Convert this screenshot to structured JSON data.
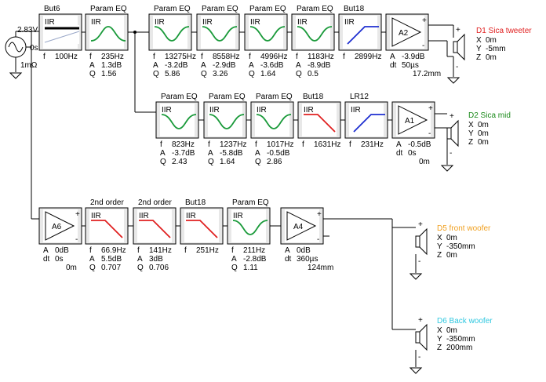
{
  "source": {
    "voltage": "2.83V",
    "delay": "0s",
    "impedance": "1mΩ"
  },
  "colors": {
    "filter_green": "#1a9a3a",
    "filter_blue": "#1e2fd0",
    "filter_red": "#e02020",
    "d1": "#e02020",
    "d2": "#1a8a1a",
    "d5": "#f0a020",
    "d6": "#30c8e0",
    "wire": "#000000",
    "block_bg": "#e8e8e8"
  },
  "rows": [
    {
      "id": "row1",
      "blocks": [
        {
          "title": "But6",
          "kind": "iir",
          "shape": "flat",
          "params": [
            {
              "k": "f",
              "v": "100Hz"
            }
          ]
        },
        {
          "title": "Param EQ",
          "kind": "iir",
          "shape": "bump",
          "params": [
            {
              "k": "f",
              "v": "235Hz"
            },
            {
              "k": "A",
              "v": "1.3dB"
            },
            {
              "k": "Q",
              "v": "1.56"
            }
          ]
        },
        {
          "title": "Param EQ",
          "kind": "iir",
          "shape": "dip",
          "params": [
            {
              "k": "f",
              "v": "13275Hz"
            },
            {
              "k": "A",
              "v": "-3.2dB"
            },
            {
              "k": "Q",
              "v": "5.86"
            }
          ]
        },
        {
          "title": "Param EQ",
          "kind": "iir",
          "shape": "dip",
          "params": [
            {
              "k": "f",
              "v": "8558Hz"
            },
            {
              "k": "A",
              "v": "-2.9dB"
            },
            {
              "k": "Q",
              "v": "3.26"
            }
          ]
        },
        {
          "title": "Param EQ",
          "kind": "iir",
          "shape": "dip",
          "params": [
            {
              "k": "f",
              "v": "4996Hz"
            },
            {
              "k": "A",
              "v": "-3.6dB"
            },
            {
              "k": "Q",
              "v": "1.64"
            }
          ]
        },
        {
          "title": "Param EQ",
          "kind": "iir",
          "shape": "dip",
          "params": [
            {
              "k": "f",
              "v": "1183Hz"
            },
            {
              "k": "A",
              "v": "-8.9dB"
            },
            {
              "k": "Q",
              "v": "0.5"
            }
          ]
        },
        {
          "title": "But18",
          "kind": "iir",
          "shape": "hp",
          "params": [
            {
              "k": "f",
              "v": "2899Hz"
            }
          ]
        },
        {
          "title": "",
          "kind": "amp",
          "label": "A2",
          "params": [
            {
              "k": "A",
              "v": "-3.9dB"
            },
            {
              "k": "dt",
              "v": "50µs"
            },
            {
              "k": "",
              "v": "17.2mm"
            }
          ]
        }
      ],
      "driver": {
        "name": "D1 Sica tweeter",
        "color": "d1",
        "coords": [
          {
            "k": "X",
            "v": "0m"
          },
          {
            "k": "Y",
            "v": "-5mm"
          },
          {
            "k": "Z",
            "v": "0m"
          }
        ]
      }
    },
    {
      "id": "row2",
      "blocks": [
        {
          "title": "Param EQ",
          "kind": "iir",
          "shape": "dip",
          "params": [
            {
              "k": "f",
              "v": "823Hz"
            },
            {
              "k": "A",
              "v": "-3.7dB"
            },
            {
              "k": "Q",
              "v": "2.43"
            }
          ]
        },
        {
          "title": "Param EQ",
          "kind": "iir",
          "shape": "dip",
          "params": [
            {
              "k": "f",
              "v": "1237Hz"
            },
            {
              "k": "A",
              "v": "-5.8dB"
            },
            {
              "k": "Q",
              "v": "1.64"
            }
          ]
        },
        {
          "title": "Param EQ",
          "kind": "iir",
          "shape": "dip",
          "params": [
            {
              "k": "f",
              "v": "1017Hz"
            },
            {
              "k": "A",
              "v": "-0.5dB"
            },
            {
              "k": "Q",
              "v": "2.86"
            }
          ]
        },
        {
          "title": "But18",
          "kind": "iir",
          "shape": "lp",
          "params": [
            {
              "k": "f",
              "v": "1631Hz"
            }
          ]
        },
        {
          "title": "LR12",
          "kind": "iir",
          "shape": "hp",
          "params": [
            {
              "k": "f",
              "v": "231Hz"
            }
          ]
        },
        {
          "title": "",
          "kind": "amp",
          "label": "A1",
          "params": [
            {
              "k": "A",
              "v": "-0.5dB"
            },
            {
              "k": "dt",
              "v": "0s"
            },
            {
              "k": "",
              "v": "0m"
            }
          ]
        }
      ],
      "driver": {
        "name": "D2 Sica mid",
        "color": "d2",
        "coords": [
          {
            "k": "X",
            "v": "0m"
          },
          {
            "k": "Y",
            "v": "0m"
          },
          {
            "k": "Z",
            "v": "0m"
          }
        ]
      }
    },
    {
      "id": "row3",
      "blocks": [
        {
          "title": "",
          "kind": "amp",
          "label": "A6",
          "params": [
            {
              "k": "A",
              "v": "0dB"
            },
            {
              "k": "dt",
              "v": "0s"
            },
            {
              "k": "",
              "v": "0m"
            }
          ]
        },
        {
          "title": "2nd order",
          "kind": "iir",
          "shape": "lp",
          "params": [
            {
              "k": "f",
              "v": "66.9Hz"
            },
            {
              "k": "A",
              "v": "5.5dB"
            },
            {
              "k": "Q",
              "v": "0.707"
            }
          ]
        },
        {
          "title": "2nd order",
          "kind": "iir",
          "shape": "lp",
          "params": [
            {
              "k": "f",
              "v": "141Hz"
            },
            {
              "k": "A",
              "v": "3dB"
            },
            {
              "k": "Q",
              "v": "0.706"
            }
          ]
        },
        {
          "title": "But18",
          "kind": "iir",
          "shape": "lp",
          "params": [
            {
              "k": "f",
              "v": "251Hz"
            }
          ]
        },
        {
          "title": "Param EQ",
          "kind": "iir",
          "shape": "dip",
          "params": [
            {
              "k": "f",
              "v": "211Hz"
            },
            {
              "k": "A",
              "v": "-2.8dB"
            },
            {
              "k": "Q",
              "v": "1.11"
            }
          ]
        },
        {
          "title": "",
          "kind": "amp",
          "label": "A4",
          "params": [
            {
              "k": "A",
              "v": "0dB"
            },
            {
              "k": "dt",
              "v": "360µs"
            },
            {
              "k": "",
              "v": "124mm"
            }
          ]
        }
      ]
    }
  ],
  "woofers": [
    {
      "name": "D5 front woofer",
      "color": "d5",
      "coords": [
        {
          "k": "X",
          "v": "0m"
        },
        {
          "k": "Y",
          "v": "-350mm"
        },
        {
          "k": "Z",
          "v": "0m"
        }
      ]
    },
    {
      "name": "D6 Back woofer",
      "color": "d6",
      "coords": [
        {
          "k": "X",
          "v": "0m"
        },
        {
          "k": "Y",
          "v": "-350mm"
        },
        {
          "k": "Z",
          "v": "200mm"
        }
      ]
    }
  ],
  "labels": {
    "iir": "IIR",
    "plus": "+",
    "minus": "-"
  }
}
